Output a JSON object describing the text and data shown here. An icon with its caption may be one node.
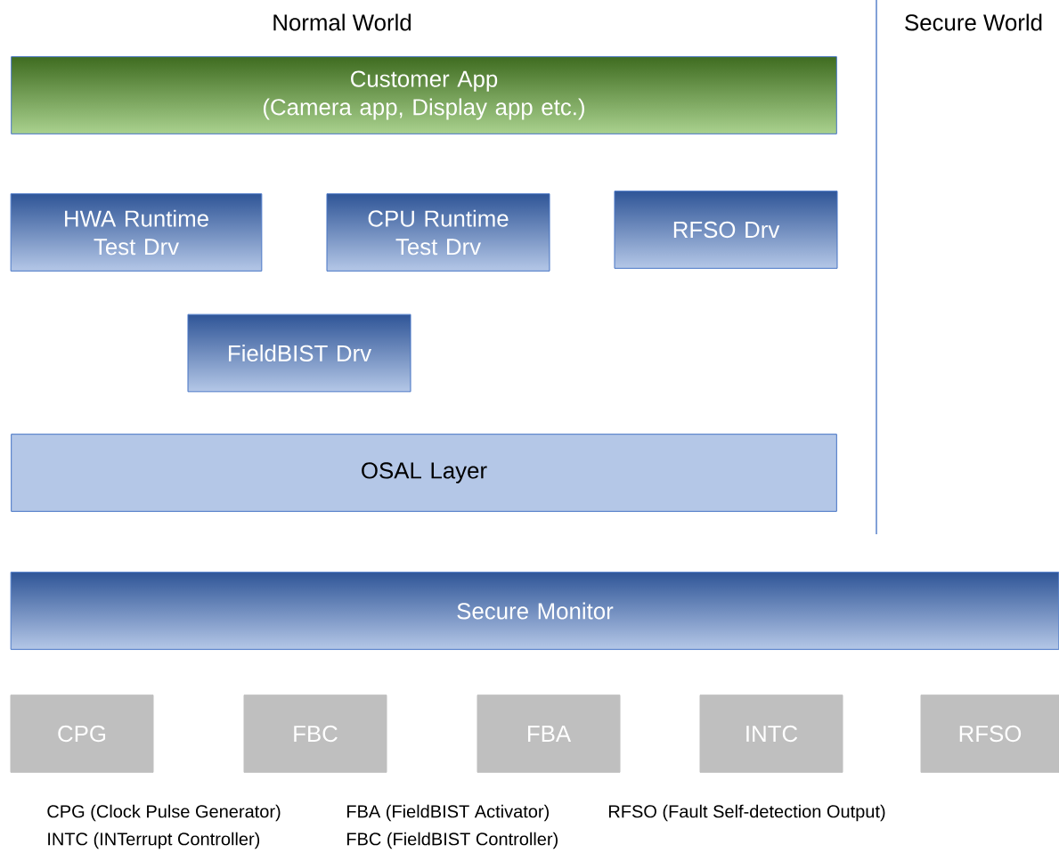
{
  "diagram": {
    "nodes": [
      {
        "text": [
          "Customer App",
          "(Camera app, Display app etc.)"
        ]
      },
      {
        "text": [
          "HWA Runtime Test Drv"
        ]
      },
      {
        "text": [
          "CPU Runtime Test Drv"
        ]
      },
      {
        "text": [
          "RFSO Drv"
        ]
      },
      {
        "text": [
          "FieldBIST Drv"
        ]
      },
      {
        "text": [
          "OSAL Layer"
        ]
      },
      {
        "text": [
          "Secure Monitor"
        ]
      },
      {
        "text": [
          "CPG"
        ]
      },
      {
        "text": [
          "FBC"
        ]
      },
      {
        "text": [
          "FBA"
        ]
      },
      {
        "text": [
          "INTC"
        ]
      },
      {
        "text": [
          "RFSO"
        ]
      }
    ],
    "labels": [
      "Normal World",
      "Secure World",
      "CPG (Clock Pulse Generator)",
      "FBA (FieldBIST Activator)",
      "RFSO (Fault Self-detection Output)",
      "INTC (INTerrupt Controller)",
      "FBC (FieldBIST Controller)"
    ]
  }
}
